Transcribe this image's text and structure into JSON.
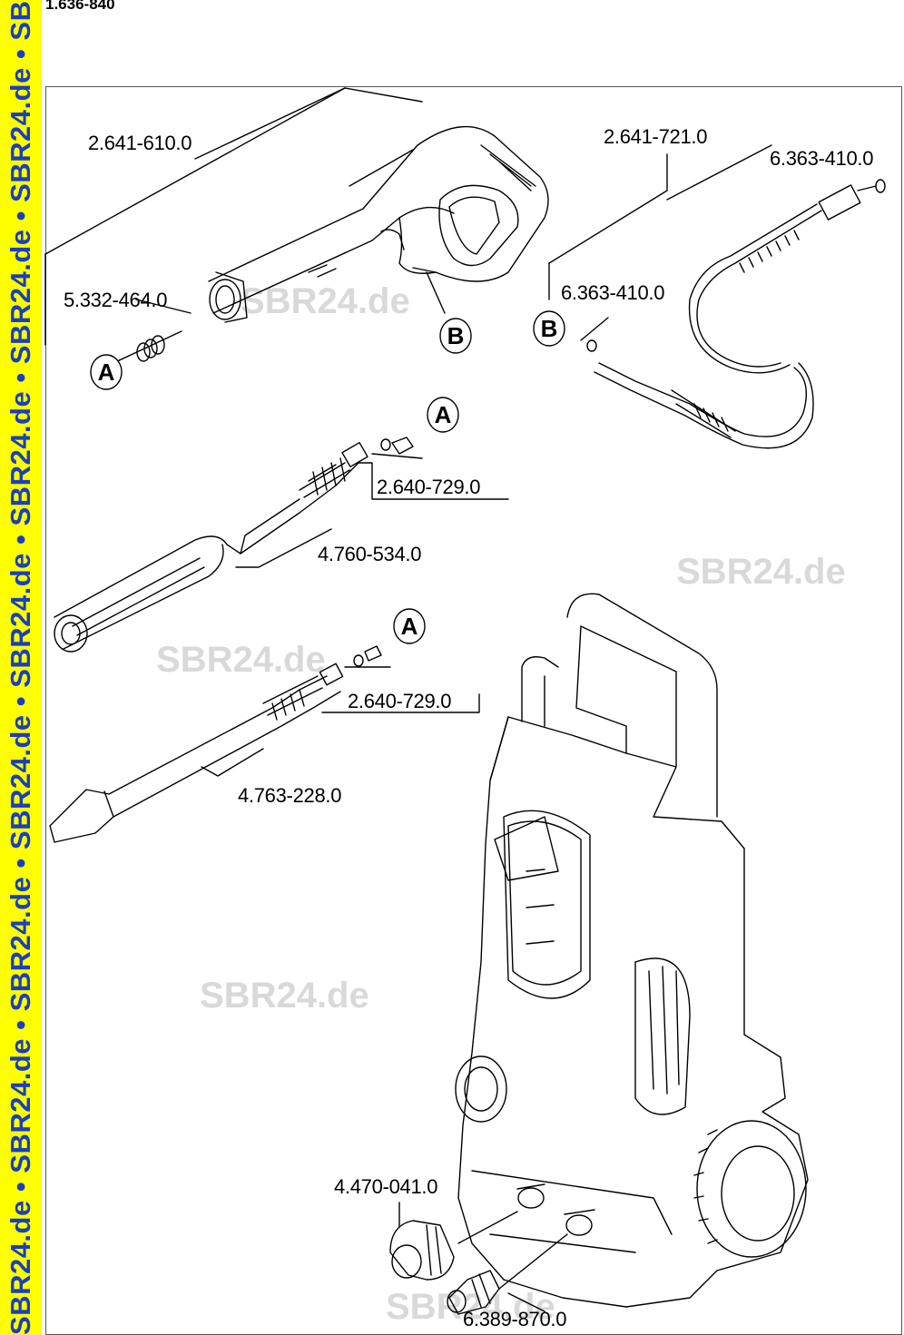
{
  "doc_id": "1.636-840",
  "side_strip": "SBR24.de • SBR24.de • SBR24.de • SBR24.de • SBR24.de • SBR24.de • SBR24.de • SBR24.de • SBR24",
  "watermark": "SBR24.de",
  "parts": {
    "gun": "2.641-610.0",
    "hose": "2.641-721.0",
    "hose_seal_top": "6.363-410.0",
    "hose_seal_b": "6.363-410.0",
    "spring": "5.332-464.0",
    "lance_adapter_1": "2.640-729.0",
    "vario_lance": "4.760-534.0",
    "lance_adapter_2": "2.640-729.0",
    "dirt_blaster": "4.763-228.0",
    "coupling": "4.470-041.0",
    "garden_adapter": "6.389-870.0"
  },
  "markers": {
    "a": "A",
    "b": "B"
  }
}
